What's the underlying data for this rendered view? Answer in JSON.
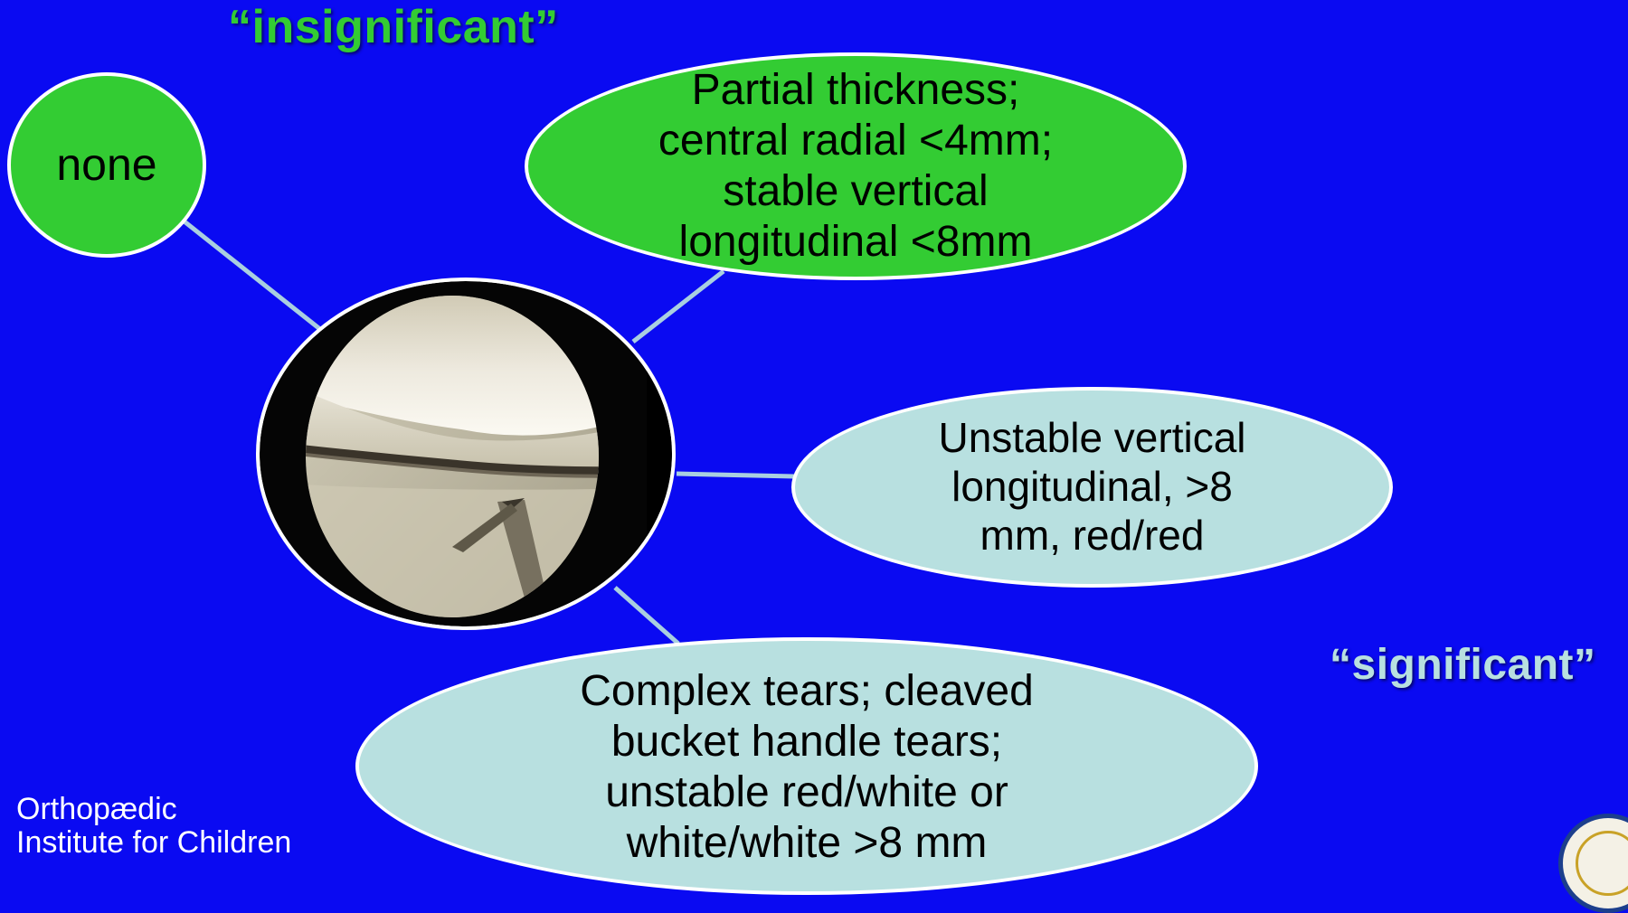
{
  "headings": {
    "insignificant": "“insignificant”",
    "significant": "“significant”"
  },
  "nodes": {
    "none": "none",
    "partial": [
      "Partial thickness;",
      "central radial <4mm;",
      "stable vertical",
      "longitudinal <8mm"
    ],
    "unstable": [
      "Unstable vertical",
      "longitudinal, >8",
      "mm, red/red"
    ],
    "complex": [
      "Complex tears; cleaved",
      "bucket handle tears;",
      "unstable red/white or",
      "white/white >8 mm"
    ]
  },
  "footer": {
    "line1": "Orthopædic",
    "line2": "Institute for Children"
  },
  "colors": {
    "background": "#0a0af2",
    "insignificant_text": "#33cc33",
    "significant_text": "#b8e0e0",
    "green_node": "#33cc33",
    "pale_node": "#b8e0e0",
    "connector": "#a9cfe0"
  }
}
